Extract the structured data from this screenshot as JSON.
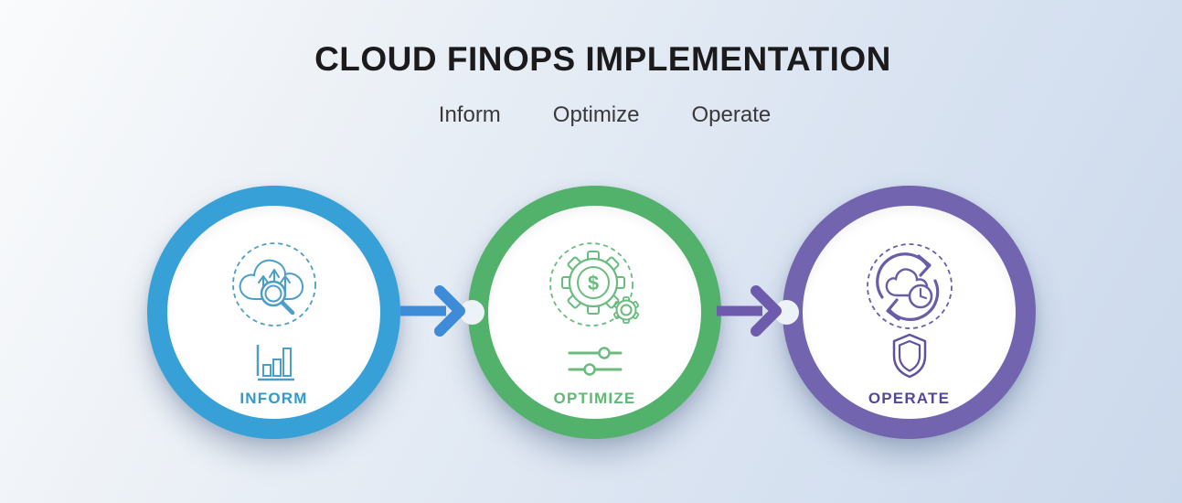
{
  "title": "CLOUD FINOPS IMPLEMENTATION",
  "phase_nav": [
    "Inform",
    "Optimize",
    "Operate"
  ],
  "stages": [
    {
      "label": "INFORM",
      "ring_color": "#36A0D7",
      "label_color": "#2E9ACD",
      "icon_color": "#4C9EC9",
      "primary_icon": "cloud-growth-magnifier",
      "secondary_icon": "bar-chart"
    },
    {
      "label": "OPTIMIZE",
      "ring_color": "#52B26C",
      "label_color": "#5FB974",
      "icon_color": "#69BC7D",
      "primary_icon": "gear-dollar",
      "secondary_icon": "sliders",
      "currency_symbol": "$"
    },
    {
      "label": "OPERATE",
      "ring_color": "#7264AE",
      "label_color": "#52489B",
      "icon_color": "#6B5CA8",
      "primary_icon": "cloud-sync-clock",
      "secondary_icon": "shield"
    }
  ],
  "arrows": [
    {
      "color": "#3E8BD8"
    },
    {
      "color": "#6F5BAD"
    }
  ],
  "background": {
    "gradient_start": "#FAFBFC",
    "gradient_end": "#CBD9EC"
  }
}
